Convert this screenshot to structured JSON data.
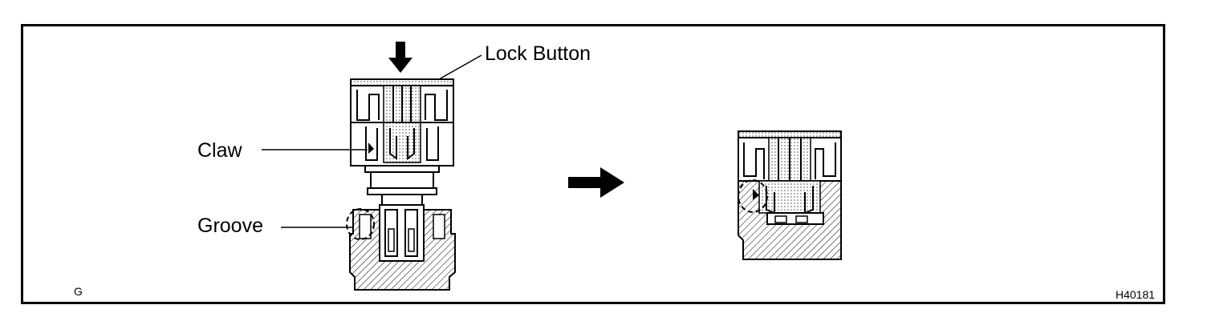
{
  "labels": {
    "lock_button": "Lock Button",
    "claw": "Claw",
    "groove": "Groove"
  },
  "corner_left": "G",
  "figure_id": "H40181",
  "colors": {
    "ink": "#000000",
    "paper": "#ffffff",
    "stipple": "#b8b8b8"
  }
}
